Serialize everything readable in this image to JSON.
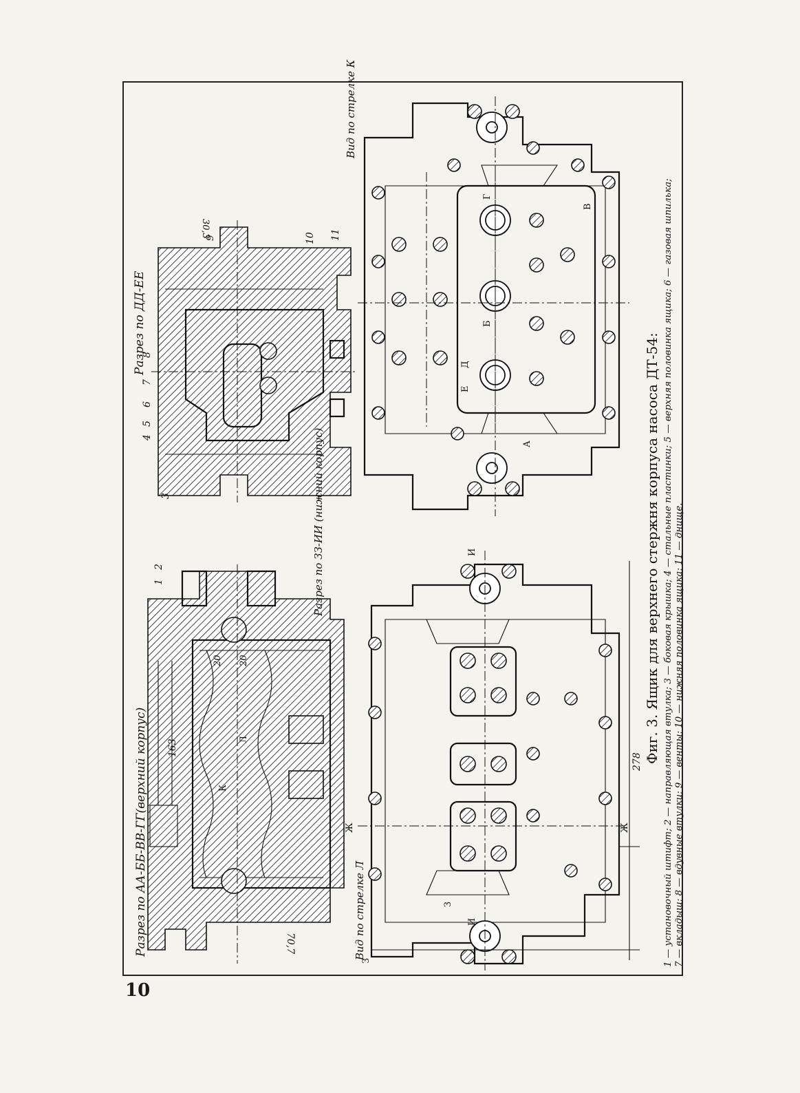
{
  "page": {
    "number": "10"
  },
  "figure": {
    "caption_title": "Фиг. 3. Ящик для верхнего стержня корпуса насоса ДТ-54:",
    "legend_line_1": "1 — установочный штифт; 2 — направляющая втулка; 3 — боковая крышка; 4 — стальные пластинки; 5 — верхняя половинка ящика; 6 — газовая шпилька;",
    "legend_line_2": "7 — вкладыш; 8 — вдувные втулки; 9 — венты; 10 — нижняя половинка ящика; 11 — днище."
  },
  "left_drawing": {
    "section_upper": "Разрез по АА-ББ-ВВ-ГГ(верхний корпус)",
    "section_lower": "Разрез по ЗЗ-ИИ (нижний корпус)",
    "view_label": "Вид по стрелке Л",
    "dim_163": "163",
    "dim_20a": "20",
    "dim_20b": "20",
    "dim_707": "70,7",
    "dim_278": "278",
    "arrow_k": "К",
    "arrow_l": "Л",
    "callout_1": "1",
    "callout_2": "2",
    "cut_zh_left": "Ж",
    "cut_zh_right": "Ж",
    "cut_i_top": "И",
    "cut_i_bottom": "И",
    "cut_z_a": "З",
    "cut_z_b": "З"
  },
  "right_drawing": {
    "section_label": "Разрез по ДД-ЕЕ",
    "view_label": "Вид по стрелке К",
    "dim_303": "30,3",
    "callouts": [
      "3",
      "4",
      "5",
      "6",
      "7",
      "8",
      "9",
      "10",
      "11"
    ],
    "cut_a": "А",
    "cut_b": "Б",
    "cut_v": "В",
    "cut_g": "Г",
    "cut_d": "Д",
    "cut_e": "Е"
  }
}
